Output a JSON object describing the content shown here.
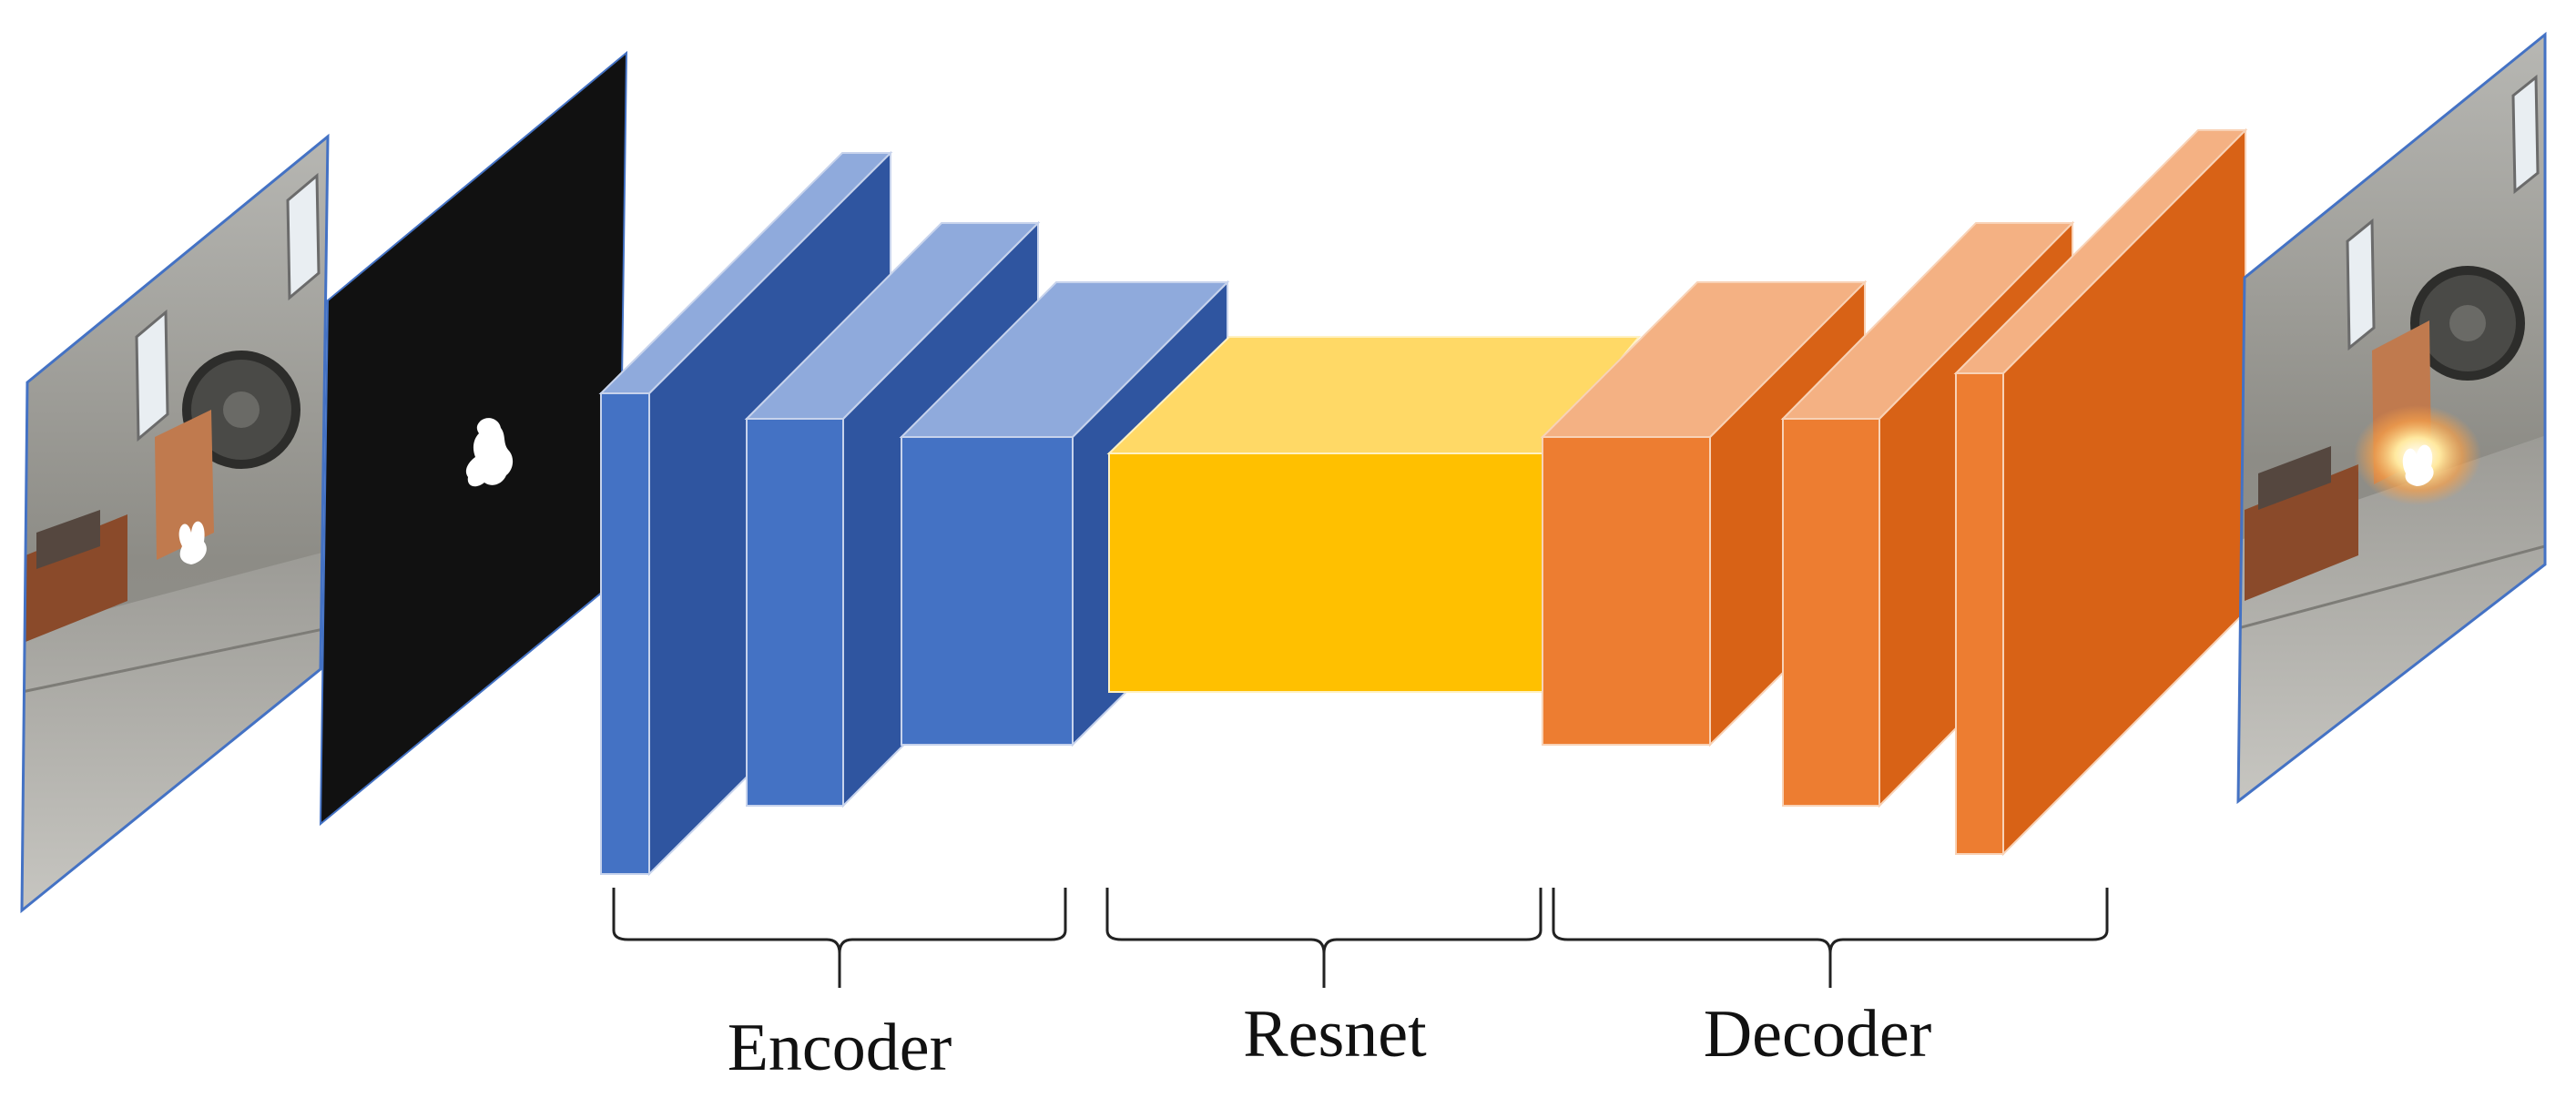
{
  "labels": {
    "encoder": "Encoder",
    "resnet": "Resnet",
    "decoder": "Decoder"
  },
  "colors": {
    "encoder_front": "#4472C4",
    "encoder_side": "#2F55A0",
    "encoder_top": "#8FAADC",
    "resnet_front": "#FFC000",
    "resnet_top": "#FFD966",
    "decoder_front": "#ED7D31",
    "decoder_side": "#D86216",
    "decoder_top": "#F4B183",
    "mask_background": "#111111",
    "mask_foreground": "#FFFFFF",
    "panel_border": "#4472C4",
    "brace": "#222222"
  },
  "images": {
    "input_photo": "factory-scene-input",
    "mask": "fire-mask",
    "output_photo": "factory-scene-output"
  }
}
